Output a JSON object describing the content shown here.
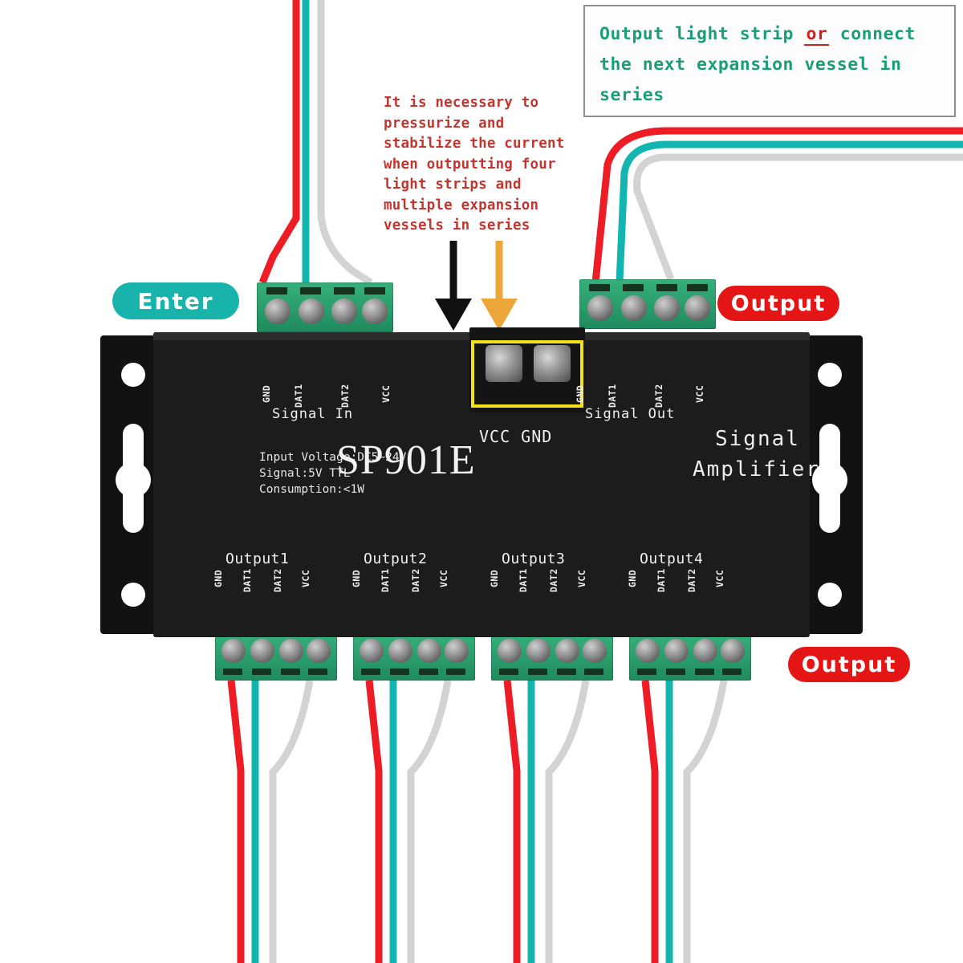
{
  "callout": {
    "line1_a": "Output light strip ",
    "line1_or": "or",
    "line1_b": " connect",
    "line2": "the next expansion vessel in",
    "line3": "series"
  },
  "warning": {
    "lines": [
      "It is necessary to",
      "pressurize and",
      "stabilize the current",
      "when outputting four",
      "light strips and",
      "multiple expansion",
      "vessels in series"
    ]
  },
  "badges": {
    "enter": "Enter",
    "output_top": "Output",
    "output_bottom": "Output"
  },
  "device": {
    "model": "SP901E",
    "function_line1": "Signal",
    "function_line2": "Amplifier",
    "specs": {
      "input_voltage": "Input Voltage:DC5~24V",
      "signal": "Signal:5V TTL",
      "consumption": "Consumption:<1W"
    },
    "power_terminal": {
      "label": "VCC GND",
      "pins": [
        "VCC",
        "GND"
      ]
    },
    "signal_in": {
      "title": "Signal In",
      "pins": [
        "GND",
        "DAT1",
        "DAT2",
        "VCC"
      ]
    },
    "signal_out": {
      "title": "Signal Out",
      "pins": [
        "GND",
        "DAT1",
        "DAT2",
        "VCC"
      ]
    },
    "outputs": [
      {
        "title": "Output1",
        "pins": [
          "GND",
          "DAT1",
          "DAT2",
          "VCC"
        ]
      },
      {
        "title": "Output2",
        "pins": [
          "GND",
          "DAT1",
          "DAT2",
          "VCC"
        ]
      },
      {
        "title": "Output3",
        "pins": [
          "GND",
          "DAT1",
          "DAT2",
          "VCC"
        ]
      },
      {
        "title": "Output4",
        "pins": [
          "GND",
          "DAT1",
          "DAT2",
          "VCC"
        ]
      }
    ]
  },
  "colors": {
    "wire_red": "#ee1c24",
    "wire_cyan": "#13b5b1",
    "wire_grey": "#d3d3d3",
    "terminal_green": "#2a9c6c",
    "badge_teal": "#18b3ab",
    "badge_red": "#e51515",
    "highlight_yellow": "#f2e317",
    "arrow_black": "#111111",
    "arrow_orange": "#eda63a",
    "callout_text_green": "#1a9e78",
    "callout_or_red": "#d32020",
    "warning_red": "#c2362f",
    "case_black": "#1c1c1c"
  },
  "arrows": {
    "left": "arrow-down-black",
    "right": "arrow-down-orange"
  }
}
